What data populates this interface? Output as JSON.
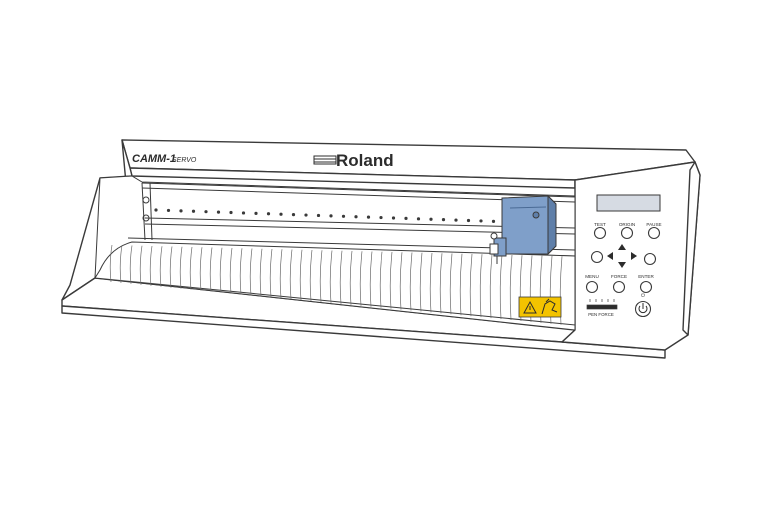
{
  "device": {
    "model_name": "CAMM-1",
    "model_suffix": "SERVO",
    "brand": "Roland",
    "colors": {
      "outline": "#3a3a3a",
      "carriage_blue": "#7f9fc9",
      "carriage_blue_dark": "#5f7fa9",
      "lcd": "#d6dbe3",
      "warning_yellow": "#f3c300",
      "body": "#ffffff"
    }
  },
  "control_panel": {
    "buttons": {
      "test": "TEST",
      "origin": "ORIGIN",
      "pause": "PAUSE",
      "menu": "MENU",
      "force": "FORCE",
      "enter": "ENTER"
    },
    "pen_force_label": "PEN FORCE",
    "arrow_icons": [
      "arrow-up-icon",
      "arrow-left-icon",
      "arrow-right-icon",
      "arrow-down-icon"
    ],
    "power_icon": "power-icon"
  },
  "warning_label_icons": [
    "warning-triangle-icon",
    "hand-pinch-icon"
  ]
}
